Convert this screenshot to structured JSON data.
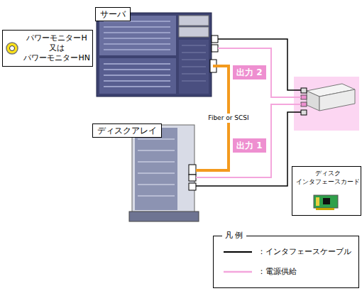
{
  "diagram": {
    "nodes": [
      {
        "text": [
          "サーバ"
        ]
      },
      {
        "text": [
          "パワーモニターH 又は パワーモニターHN"
        ]
      },
      {
        "text": [
          "ディスクアレイ"
        ]
      },
      {
        "text": [
          "ディスク インタフェースカード"
        ]
      }
    ],
    "edges": [
      {
        "from": 0,
        "to": 2,
        "label": "Fiber or SCSI",
        "arrow": "none"
      }
    ],
    "labels": [
      "出力 2",
      "出力 1",
      "凡 例"
    ],
    "legend": [
      {
        "text": "：インタフェースケーブル"
      },
      {
        "text": "：電源供給"
      }
    ]
  }
}
